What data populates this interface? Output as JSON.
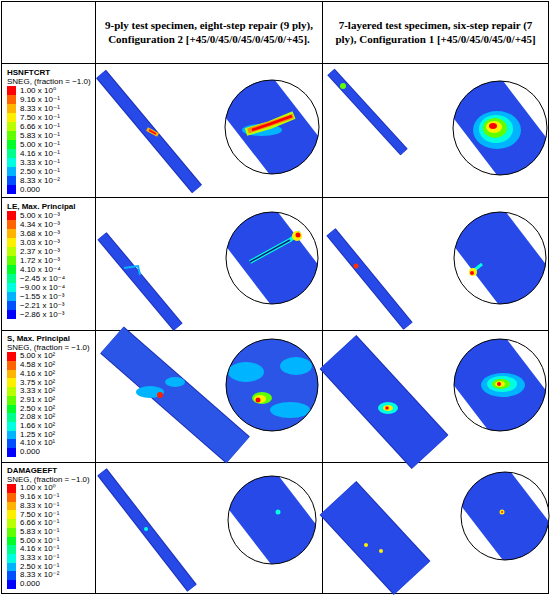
{
  "diagram": {
    "nodes": [
      {
        "text": [
          "9-ply test specimen, eight-step repair (9 ply), Configuration 2 [+45/0/45/0/45/0/45/0/+45]."
        ]
      },
      {
        "text": [
          "7-layered test specimen, six-step repair (7 ply), Configuration 1 [+45/0/45/0/45/0/+45]"
        ]
      },
      {
        "text": [
          "HSNFTCRT",
          "SNEG, (fraction = −1.0)"
        ]
      },
      {
        "text": [
          "LE, Max. Principal"
        ]
      },
      {
        "text": [
          "S, Max. Principal",
          "SNEG, (fraction = −1.0)"
        ]
      },
      {
        "text": [
          "DAMAGEEFT",
          "SNEG, (fraction = −1.0)"
        ]
      }
    ],
    "legend": [
      {
        "text": "1.00 x 10⁰",
        "color": "#ff0000"
      },
      {
        "text": "9.16 x 10⁻¹",
        "color": "#ff6400"
      },
      {
        "text": "8.33 x 10⁻¹",
        "color": "#ffb400"
      },
      {
        "text": "7.50 x 10⁻¹",
        "color": "#fff000"
      },
      {
        "text": "6.66 x 10⁻¹",
        "color": "#b9ff00"
      },
      {
        "text": "5.83 x 10⁻¹",
        "color": "#5fff00"
      },
      {
        "text": "5.00 x 10⁻¹",
        "color": "#00ff28"
      },
      {
        "text": "4.16 x 10⁻¹",
        "color": "#00ff8c"
      },
      {
        "text": "3.33 x 10⁻¹",
        "color": "#00ffe0"
      },
      {
        "text": "2.50 x 10⁻¹",
        "color": "#00b4ff"
      },
      {
        "text": "8.33 x 10⁻²",
        "color": "#0050ff"
      },
      {
        "text": "0.000",
        "color": "#0000ff"
      },
      {
        "text": "5.00 x 10⁻³",
        "color": "#ff0000"
      },
      {
        "text": "4.34 x 10⁻³",
        "color": "#ff6400"
      },
      {
        "text": "3.68 x 10⁻³",
        "color": "#ffb400"
      },
      {
        "text": "3.03 x 10⁻³",
        "color": "#fff000"
      },
      {
        "text": "2.37 x 10⁻³",
        "color": "#b9ff00"
      },
      {
        "text": "1.72 x 10⁻³",
        "color": "#5fff00"
      },
      {
        "text": "4.10 x 10⁻⁴",
        "color": "#00ff28"
      },
      {
        "text": "−2.45 x 10⁻⁴",
        "color": "#00ff8c"
      },
      {
        "text": "−9.00 x 10⁻⁴",
        "color": "#00ffe0"
      },
      {
        "text": "−1.55 x 10⁻³",
        "color": "#00b4ff"
      },
      {
        "text": "−2.21 x 10⁻³",
        "color": "#0050ff"
      },
      {
        "text": "−2.86 x 10⁻³",
        "color": "#0000ff"
      },
      {
        "text": "5.00 x 10²",
        "color": "#ff0000"
      },
      {
        "text": "4.58 x 10²",
        "color": "#ff6400"
      },
      {
        "text": "4.16 x 10²",
        "color": "#ffb400"
      },
      {
        "text": "3.75 x 10²",
        "color": "#fff000"
      },
      {
        "text": "3.33 x 10²",
        "color": "#b9ff00"
      },
      {
        "text": "2.91 x 10²",
        "color": "#5fff00"
      },
      {
        "text": "2.50 x 10²",
        "color": "#00ff28"
      },
      {
        "text": "2.08 x 10²",
        "color": "#00ff8c"
      },
      {
        "text": "1.66 x 10²",
        "color": "#00ffe0"
      },
      {
        "text": "1.25 x 10²",
        "color": "#00b4ff"
      },
      {
        "text": "4.10 x 10¹",
        "color": "#0050ff"
      },
      {
        "text": "0.000",
        "color": "#0000ff"
      },
      {
        "text": "1.00 x 10⁰",
        "color": "#ff0000"
      },
      {
        "text": "9.16 x 10⁻¹",
        "color": "#ff6400"
      },
      {
        "text": "8.33 x 10⁻¹",
        "color": "#ffb400"
      },
      {
        "text": "7.50 x 10⁻¹",
        "color": "#fff000"
      },
      {
        "text": "6.66 x 10⁻¹",
        "color": "#b9ff00"
      },
      {
        "text": "5.83 x 10⁻¹",
        "color": "#5fff00"
      },
      {
        "text": "5.00 x 10⁻¹",
        "color": "#00ff28"
      },
      {
        "text": "4.16 x 10⁻¹",
        "color": "#00ff8c"
      },
      {
        "text": "3.33 x 10⁻¹",
        "color": "#00ffe0"
      },
      {
        "text": "2.50 x 10⁻¹",
        "color": "#00b4ff"
      },
      {
        "text": "8.33 x 10⁻²",
        "color": "#0050ff"
      },
      {
        "text": "0.000",
        "color": "#0000ff"
      }
    ]
  }
}
